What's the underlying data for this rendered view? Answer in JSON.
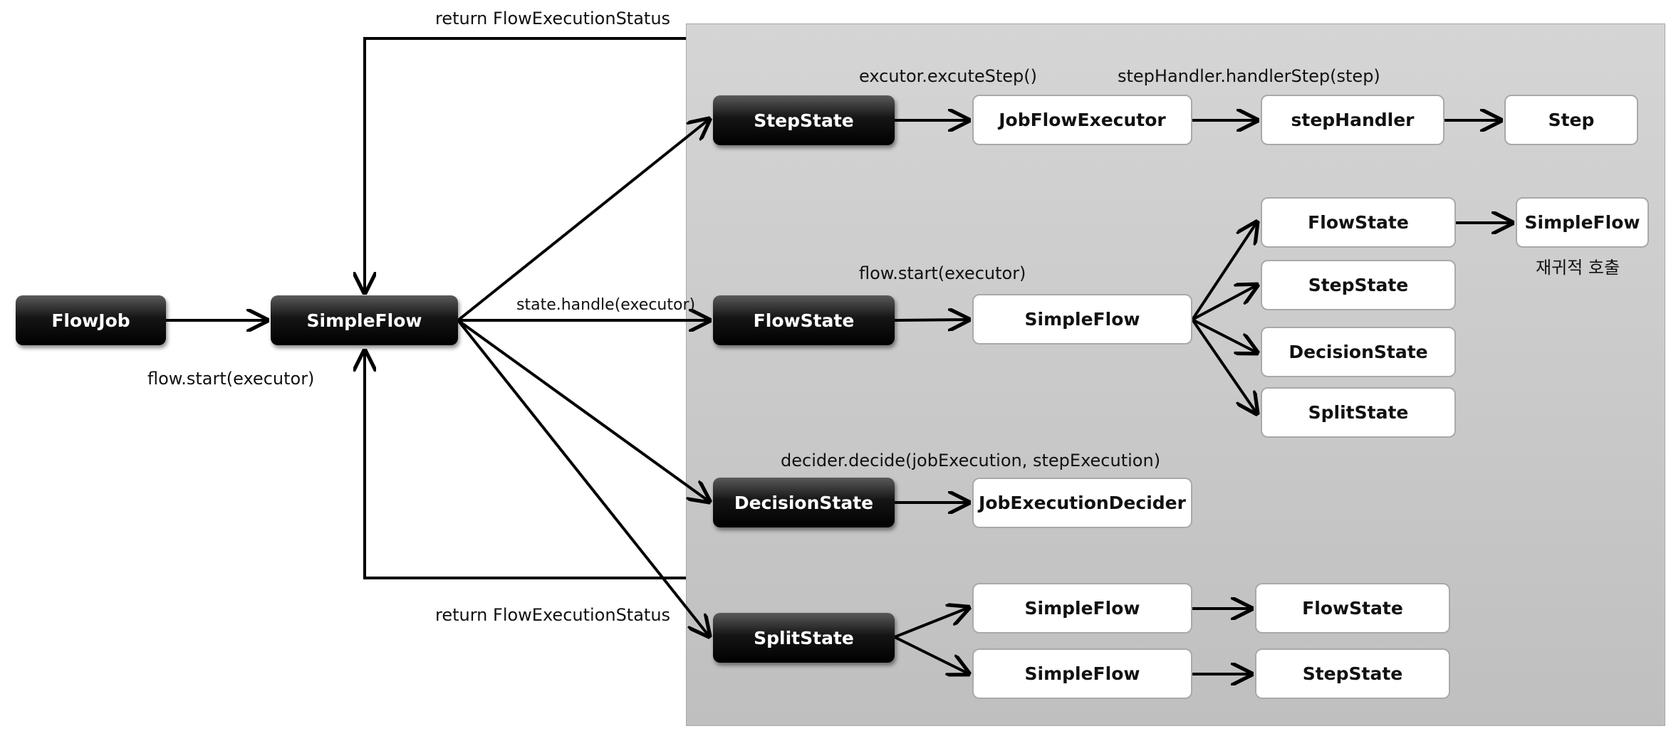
{
  "nodes": {
    "flowjob": "FlowJob",
    "simpleflow_main": "SimpleFlow",
    "stepstate": "StepState",
    "jobflowexecutor": "JobFlowExecutor",
    "stephandler": "stepHandler",
    "step": "Step",
    "flowstate": "FlowState",
    "simpleflow_child": "SimpleFlow",
    "branch_flowstate": "FlowState",
    "branch_stepstate": "StepState",
    "branch_decisionstate": "DecisionState",
    "branch_splitstate": "SplitState",
    "recursive_simpleflow": "SimpleFlow",
    "decisionstate": "DecisionState",
    "jobexecutiondecider": "JobExecutionDecider",
    "splitstate": "SplitState",
    "split_simpleflow_1": "SimpleFlow",
    "split_simpleflow_2": "SimpleFlow",
    "split_flowstate": "FlowState",
    "split_stepstate": "StepState"
  },
  "labels": {
    "return_top": "return FlowExecutionStatus",
    "return_bottom": "return FlowExecutionStatus",
    "flow_start_main": "flow.start(executor)",
    "state_handle": "state.handle(executor)",
    "excute_step": "excutor.excuteStep()",
    "handler_step": "stepHandler.handlerStep(step)",
    "flow_start_child": "flow.start(executor)",
    "recursive_call": "재귀적 호출",
    "decider_decide": "decider.decide(jobExecution, stepExecution)"
  },
  "colors": {
    "dark_node": "#000000",
    "light_node": "#ffffff",
    "panel": "#c9c9c9",
    "arrow": "#000000"
  }
}
